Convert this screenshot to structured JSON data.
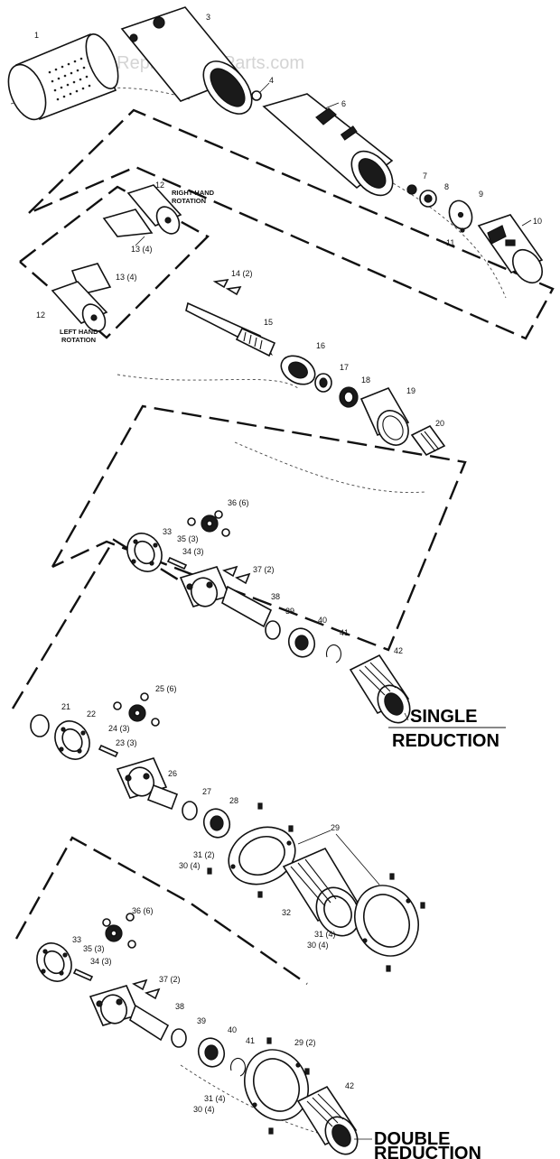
{
  "watermark": "eReplacementParts.com",
  "labels": {
    "p1": "1",
    "p3": "3",
    "p4": "4",
    "p6": "6",
    "p7": "7",
    "p8": "8",
    "p9": "9",
    "p10": "10",
    "p11": "11",
    "p12a": "12",
    "p12b": "12",
    "p13a": "13 (4)",
    "p13b": "13 (4)",
    "p14": "14 (2)",
    "p15": "15",
    "p16": "16",
    "p17": "17",
    "p18": "18",
    "p19": "19",
    "p20": "20",
    "p21": "21",
    "p22": "22",
    "p23": "23 (3)",
    "p24": "24 (3)",
    "p25": "25 (6)",
    "p26": "26",
    "p27": "27",
    "p28": "28",
    "p29a": "29",
    "p29b": "29 (2)",
    "p30a": "30 (4)",
    "p30b": "30 (4)",
    "p30c": "30 (4)",
    "p31a": "31 (2)",
    "p31b": "31 (4)",
    "p31c": "31 (4)",
    "p32": "32",
    "p33a": "33",
    "p33b": "33",
    "p34a": "34 (3)",
    "p34b": "34 (3)",
    "p35a": "35 (3)",
    "p35b": "35 (3)",
    "p36a": "36 (6)",
    "p36b": "36 (6)",
    "p37a": "37 (2)",
    "p37b": "37 (2)",
    "p38a": "38",
    "p38b": "38",
    "p39a": "39",
    "p39b": "39",
    "p40a": "40",
    "p40b": "40",
    "p41a": "41",
    "p41b": "41",
    "p42a": "42",
    "p42b": "42"
  },
  "notes": {
    "right_hand_1": "RIGHT HAND",
    "right_hand_2": "ROTATION",
    "left_hand_1": "LEFT HAND",
    "left_hand_2": "ROTATION"
  },
  "headings": {
    "single_1": "SINGLE",
    "single_2": "REDUCTION",
    "double_1": "DOUBLE",
    "double_2": "REDUCTION"
  }
}
